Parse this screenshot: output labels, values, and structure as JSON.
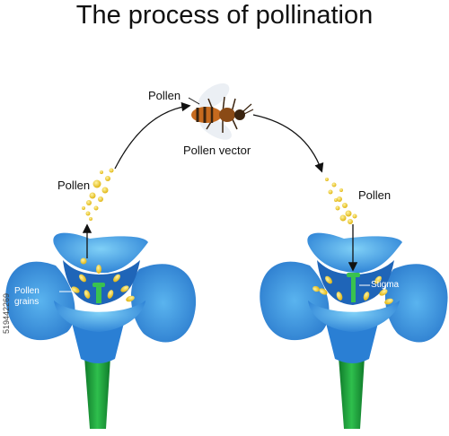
{
  "diagram": {
    "title": "The process of pollination",
    "labels": {
      "pollen_left": "Pollen",
      "pollen_top": "Pollen",
      "pollen_vector": "Pollen vector",
      "pollen_right": "Pollen",
      "pollen_grains": "Pollen\ngrains",
      "stigma": "Stigma"
    },
    "watermark_id": "519442269",
    "colors": {
      "petal": "#3a8fe0",
      "petal_light": "#6cc0f5",
      "stem": "#1e9b3c",
      "pollen": "#f2d23a",
      "bee_body": "#c66a1e"
    }
  }
}
